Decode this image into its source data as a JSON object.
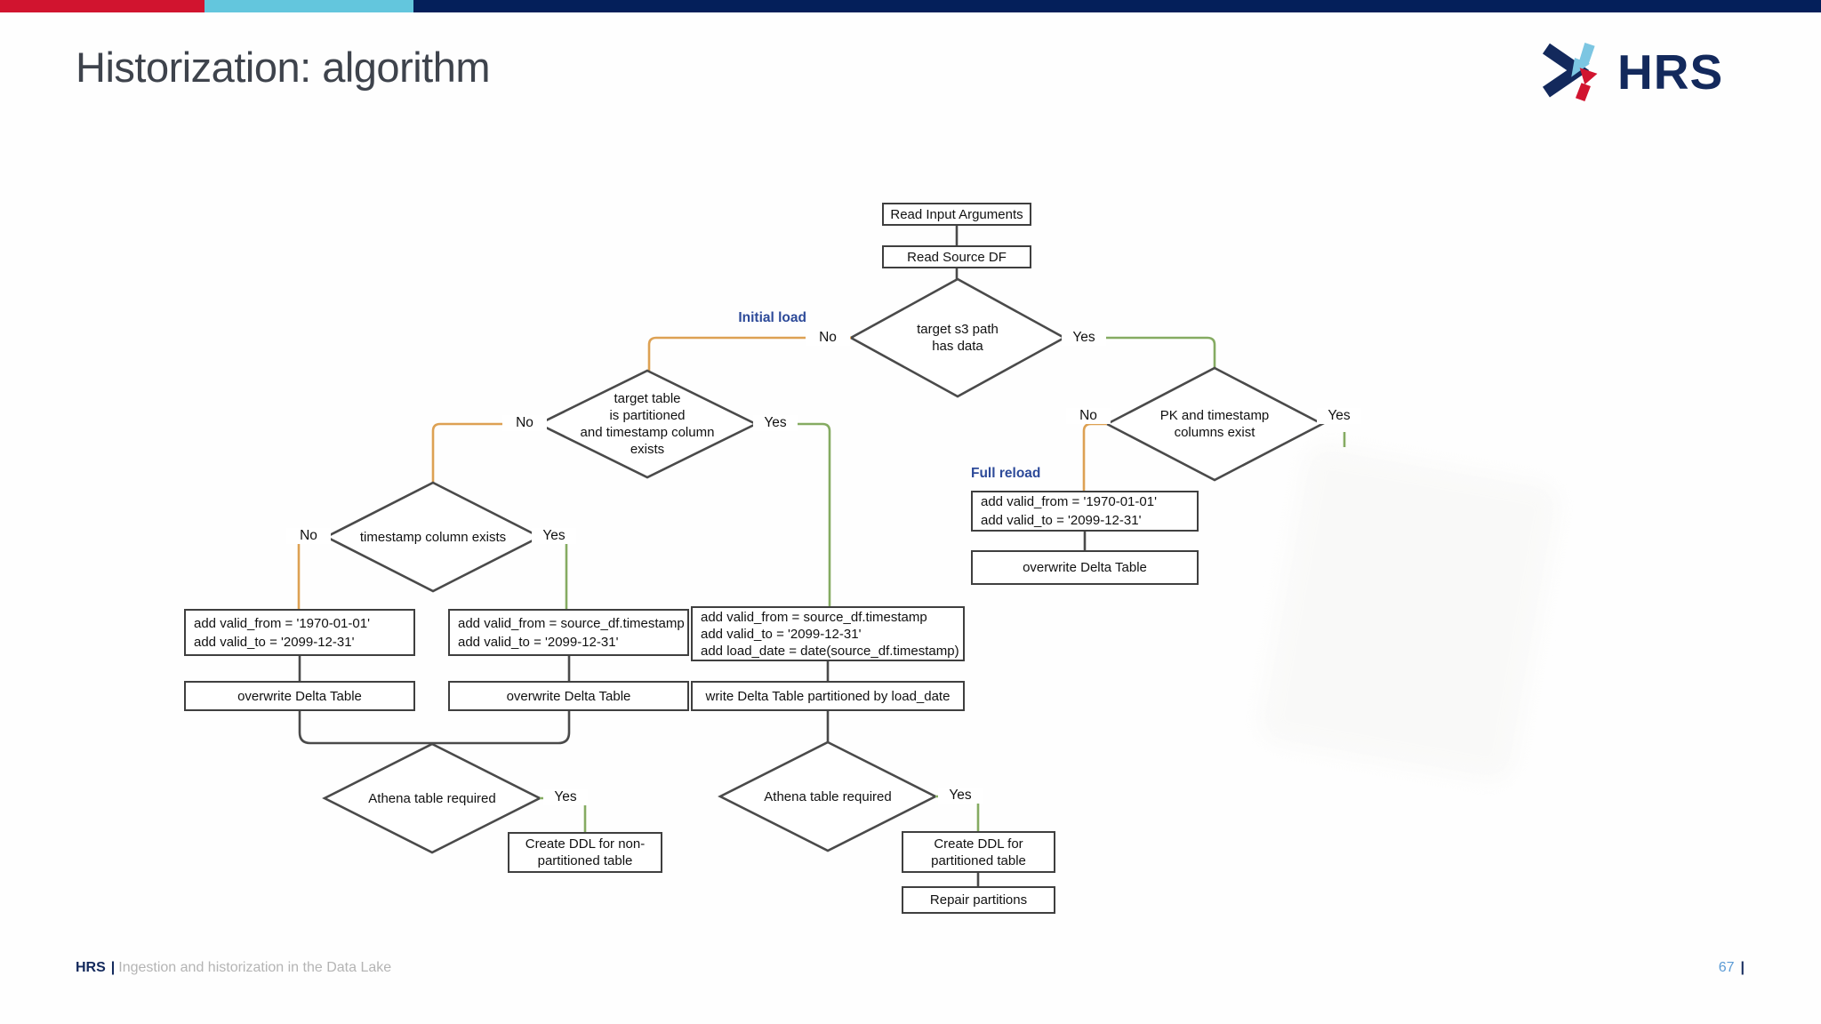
{
  "colors": {
    "bar-red": "#d1142f",
    "bar-blue": "#63c6dd",
    "bar-navy": "#041f5a",
    "navy": "#13295c",
    "title-gray": "#3e434c",
    "line-dark": "#4a4a4a",
    "box-border": "#3f3f3f",
    "edge-orange": "#dda153",
    "edge-green": "#85ab62",
    "label-blue": "#2d4a99",
    "footer-gray": "#b4b4b4",
    "page-blue": "#5b9bd5"
  },
  "header": {
    "title": "Historization: algorithm",
    "logo_text": "HRS"
  },
  "labels": {
    "yes": "Yes",
    "no": "No",
    "initial_load": "Initial load",
    "full_reload": "Full reload"
  },
  "flow": {
    "read_input_args": "Read Input Arguments",
    "read_source_df": "Read Source DF",
    "d_s3": {
      "l1": "target s3 path",
      "l2": "has data"
    },
    "d_partitioned": {
      "l1": "target table",
      "l2": "is partitioned",
      "l3": "and timestamp column",
      "l4": "exists"
    },
    "d_ts_exists": "timestamp column exists",
    "d_pk": {
      "l1": "PK and timestamp",
      "l2": "columns exist"
    },
    "d_athena_left": "Athena table required",
    "d_athena_right": "Athena table required",
    "b_from_1970": {
      "l1": "add valid_from = '1970-01-01'",
      "l2": "add valid_to = '2099-12-31'"
    },
    "b_from_src": {
      "l1": "add valid_from = source_df.timestamp",
      "l2": "add valid_to = '2099-12-31'"
    },
    "b_from_src_load": {
      "l1": "add valid_from = source_df.timestamp",
      "l2": "add valid_to = '2099-12-31'",
      "l3": "add load_date = date(source_df.timestamp)"
    },
    "b_overwrite_left": "overwrite Delta Table",
    "b_overwrite_mid": "overwrite Delta Table",
    "b_overwrite_right": "overwrite Delta Table",
    "b_write_partitioned": "write Delta Table partitioned by load_date",
    "b_full_reload_add": {
      "l1": "add valid_from = '1970-01-01'",
      "l2": "add valid_to = '2099-12-31'"
    },
    "b_ddl_nonpart": {
      "l1": "Create DDL for non-",
      "l2": "partitioned table"
    },
    "b_ddl_part": {
      "l1": "Create DDL for",
      "l2": "partitioned table"
    },
    "b_repair": "Repair partitions"
  },
  "footer": {
    "brand": "HRS",
    "divider": "|",
    "subtitle": "Ingestion and historization in the Data Lake",
    "page_number": "67",
    "page_divider": "|"
  }
}
